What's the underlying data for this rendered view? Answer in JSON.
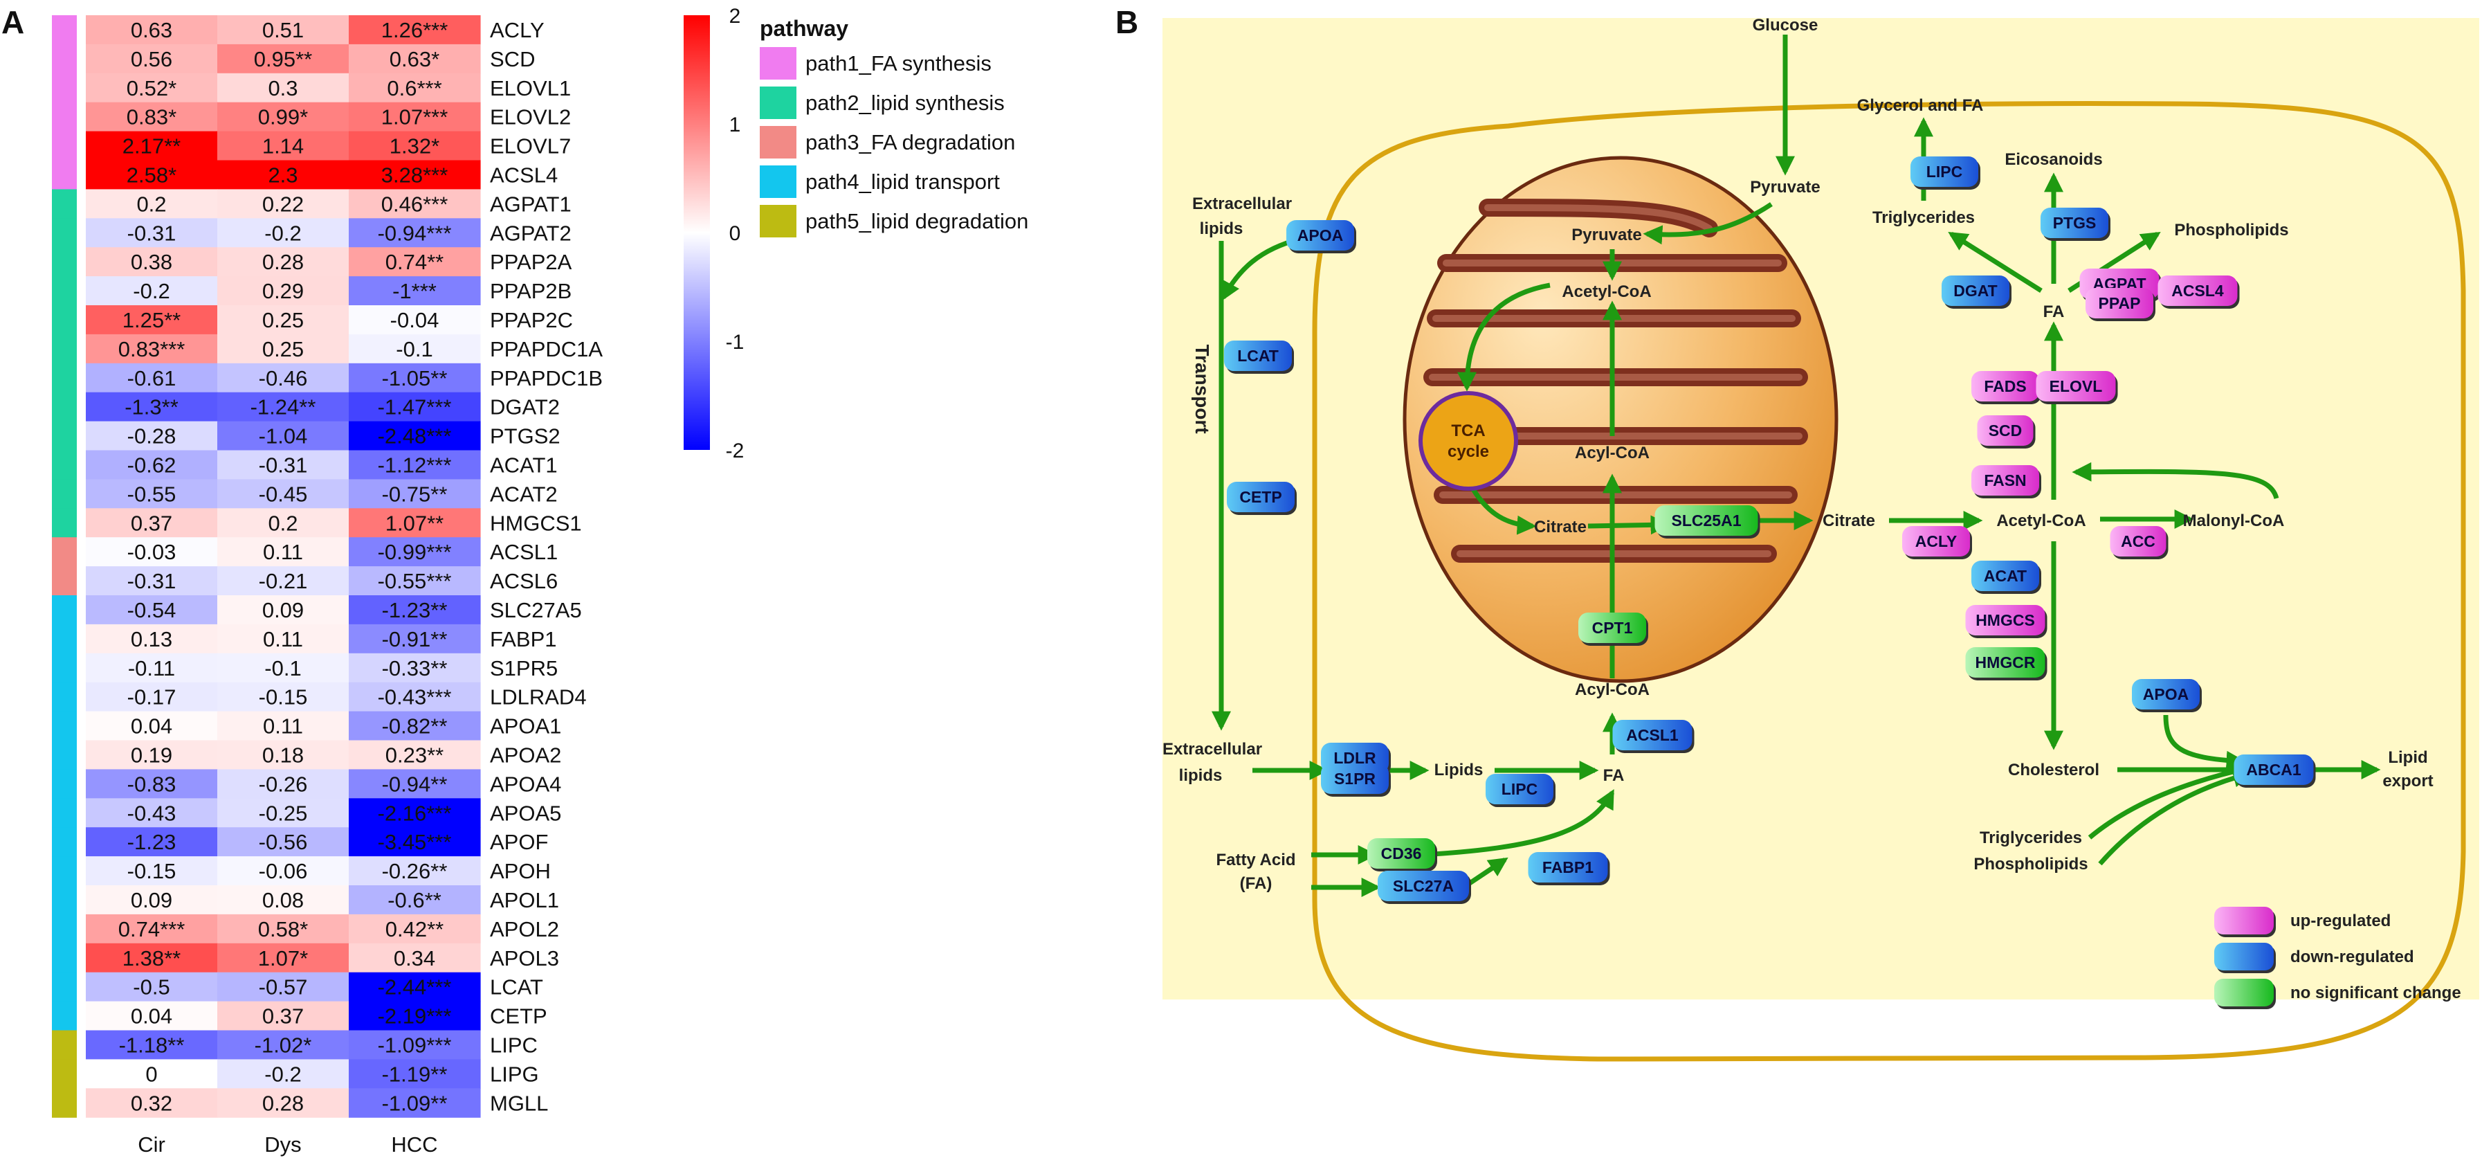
{
  "panel_a": {
    "label": "A",
    "columns": [
      "Cir",
      "Dys",
      "HCC"
    ],
    "rows": [
      {
        "gene": "ACLY",
        "pw": 0,
        "v": [
          0.63,
          0.51,
          1.26
        ],
        "t": [
          "0.63",
          "0.51",
          "1.26***"
        ]
      },
      {
        "gene": "SCD",
        "pw": 0,
        "v": [
          0.56,
          0.95,
          0.63
        ],
        "t": [
          "0.56",
          "0.95**",
          "0.63*"
        ]
      },
      {
        "gene": "ELOVL1",
        "pw": 0,
        "v": [
          0.52,
          0.3,
          0.6
        ],
        "t": [
          "0.52*",
          "0.3",
          "0.6***"
        ]
      },
      {
        "gene": "ELOVL2",
        "pw": 0,
        "v": [
          0.83,
          0.99,
          1.07
        ],
        "t": [
          "0.83*",
          "0.99*",
          "1.07***"
        ]
      },
      {
        "gene": "ELOVL7",
        "pw": 0,
        "v": [
          2.17,
          1.14,
          1.32
        ],
        "t": [
          "2.17**",
          "1.14",
          "1.32*"
        ]
      },
      {
        "gene": "ACSL4",
        "pw": 0,
        "v": [
          2.58,
          2.3,
          3.28
        ],
        "t": [
          "2.58*",
          "2.3",
          "3.28***"
        ]
      },
      {
        "gene": "AGPAT1",
        "pw": 1,
        "v": [
          0.2,
          0.22,
          0.46
        ],
        "t": [
          "0.2",
          "0.22",
          "0.46***"
        ]
      },
      {
        "gene": "AGPAT2",
        "pw": 1,
        "v": [
          -0.31,
          -0.2,
          -0.94
        ],
        "t": [
          "-0.31",
          "-0.2",
          "-0.94***"
        ]
      },
      {
        "gene": "PPAP2A",
        "pw": 1,
        "v": [
          0.38,
          0.28,
          0.74
        ],
        "t": [
          "0.38",
          "0.28",
          "0.74**"
        ]
      },
      {
        "gene": "PPAP2B",
        "pw": 1,
        "v": [
          -0.2,
          0.29,
          -1.0
        ],
        "t": [
          "-0.2",
          "0.29",
          "-1***"
        ]
      },
      {
        "gene": "PPAP2C",
        "pw": 1,
        "v": [
          1.25,
          0.25,
          -0.04
        ],
        "t": [
          "1.25**",
          "0.25",
          "-0.04"
        ]
      },
      {
        "gene": "PPAPDC1A",
        "pw": 1,
        "v": [
          0.83,
          0.25,
          -0.1
        ],
        "t": [
          "0.83***",
          "0.25",
          "-0.1"
        ]
      },
      {
        "gene": "PPAPDC1B",
        "pw": 1,
        "v": [
          -0.61,
          -0.46,
          -1.05
        ],
        "t": [
          "-0.61",
          "-0.46",
          "-1.05**"
        ]
      },
      {
        "gene": "DGAT2",
        "pw": 1,
        "v": [
          -1.3,
          -1.24,
          -1.47
        ],
        "t": [
          "-1.3**",
          "-1.24**",
          "-1.47***"
        ]
      },
      {
        "gene": "PTGS2",
        "pw": 1,
        "v": [
          -0.28,
          -1.04,
          -2.48
        ],
        "t": [
          "-0.28",
          "-1.04",
          "-2.48***"
        ]
      },
      {
        "gene": "ACAT1",
        "pw": 1,
        "v": [
          -0.62,
          -0.31,
          -1.12
        ],
        "t": [
          "-0.62",
          "-0.31",
          "-1.12***"
        ]
      },
      {
        "gene": "ACAT2",
        "pw": 1,
        "v": [
          -0.55,
          -0.45,
          -0.75
        ],
        "t": [
          "-0.55",
          "-0.45",
          "-0.75**"
        ]
      },
      {
        "gene": "HMGCS1",
        "pw": 1,
        "v": [
          0.37,
          0.2,
          1.07
        ],
        "t": [
          "0.37",
          "0.2",
          "1.07**"
        ]
      },
      {
        "gene": "ACSL1",
        "pw": 2,
        "v": [
          -0.03,
          0.11,
          -0.99
        ],
        "t": [
          "-0.03",
          "0.11",
          "-0.99***"
        ]
      },
      {
        "gene": "ACSL6",
        "pw": 2,
        "v": [
          -0.31,
          -0.21,
          -0.55
        ],
        "t": [
          "-0.31",
          "-0.21",
          "-0.55***"
        ]
      },
      {
        "gene": "SLC27A5",
        "pw": 3,
        "v": [
          -0.54,
          0.09,
          -1.23
        ],
        "t": [
          "-0.54",
          "0.09",
          "-1.23**"
        ]
      },
      {
        "gene": "FABP1",
        "pw": 3,
        "v": [
          0.13,
          0.11,
          -0.91
        ],
        "t": [
          "0.13",
          "0.11",
          "-0.91**"
        ]
      },
      {
        "gene": "S1PR5",
        "pw": 3,
        "v": [
          -0.11,
          -0.1,
          -0.33
        ],
        "t": [
          "-0.11",
          "-0.1",
          "-0.33**"
        ]
      },
      {
        "gene": "LDLRAD4",
        "pw": 3,
        "v": [
          -0.17,
          -0.15,
          -0.43
        ],
        "t": [
          "-0.17",
          "-0.15",
          "-0.43***"
        ]
      },
      {
        "gene": "APOA1",
        "pw": 3,
        "v": [
          0.04,
          0.11,
          -0.82
        ],
        "t": [
          "0.04",
          "0.11",
          "-0.82**"
        ]
      },
      {
        "gene": "APOA2",
        "pw": 3,
        "v": [
          0.19,
          0.18,
          0.23
        ],
        "t": [
          "0.19",
          "0.18",
          "0.23**"
        ]
      },
      {
        "gene": "APOA4",
        "pw": 3,
        "v": [
          -0.83,
          -0.26,
          -0.94
        ],
        "t": [
          "-0.83",
          "-0.26",
          "-0.94**"
        ]
      },
      {
        "gene": "APOA5",
        "pw": 3,
        "v": [
          -0.43,
          -0.25,
          -2.16
        ],
        "t": [
          "-0.43",
          "-0.25",
          "-2.16***"
        ]
      },
      {
        "gene": "APOF",
        "pw": 3,
        "v": [
          -1.23,
          -0.56,
          -3.45
        ],
        "t": [
          "-1.23",
          "-0.56",
          "-3.45***"
        ]
      },
      {
        "gene": "APOH",
        "pw": 3,
        "v": [
          -0.15,
          -0.06,
          -0.26
        ],
        "t": [
          "-0.15",
          "-0.06",
          "-0.26**"
        ]
      },
      {
        "gene": "APOL1",
        "pw": 3,
        "v": [
          0.09,
          0.08,
          -0.6
        ],
        "t": [
          "0.09",
          "0.08",
          "-0.6**"
        ]
      },
      {
        "gene": "APOL2",
        "pw": 3,
        "v": [
          0.74,
          0.58,
          0.42
        ],
        "t": [
          "0.74***",
          "0.58*",
          "0.42**"
        ]
      },
      {
        "gene": "APOL3",
        "pw": 3,
        "v": [
          1.38,
          1.07,
          0.34
        ],
        "t": [
          "1.38**",
          "1.07*",
          "0.34"
        ]
      },
      {
        "gene": "LCAT",
        "pw": 3,
        "v": [
          -0.5,
          -0.57,
          -2.44
        ],
        "t": [
          "-0.5",
          "-0.57",
          "-2.44***"
        ]
      },
      {
        "gene": "CETP",
        "pw": 3,
        "v": [
          0.04,
          0.37,
          -2.19
        ],
        "t": [
          "0.04",
          "0.37",
          "-2.19***"
        ]
      },
      {
        "gene": "LIPC",
        "pw": 4,
        "v": [
          -1.18,
          -1.02,
          -1.09
        ],
        "t": [
          "-1.18**",
          "-1.02*",
          "-1.09***"
        ]
      },
      {
        "gene": "LIPG",
        "pw": 4,
        "v": [
          0.0,
          -0.2,
          -1.19
        ],
        "t": [
          "0",
          "-0.2",
          "-1.19**"
        ]
      },
      {
        "gene": "MGLL",
        "pw": 4,
        "v": [
          0.32,
          0.28,
          -1.09
        ],
        "t": [
          "0.32",
          "0.28",
          "-1.09**"
        ]
      }
    ],
    "scale_ticks": [
      "2",
      "1",
      "0",
      "-1",
      "-2"
    ],
    "scale_range": [
      -2,
      2
    ],
    "pathway_title": "pathway",
    "pathways": [
      {
        "name": "path1_FA synthesis",
        "color": "#F07CF0"
      },
      {
        "name": "path2_lipid synthesis",
        "color": "#1ED3A0"
      },
      {
        "name": "path3_FA degradation",
        "color": "#F28A86"
      },
      {
        "name": "path4_lipid transport",
        "color": "#13C6EE"
      },
      {
        "name": "path5_lipid degradation",
        "color": "#BDBB12"
      }
    ]
  },
  "panel_b": {
    "label": "B",
    "labels": {
      "glucose": "Glucose",
      "pyruvate_cyto": "Pyruvate",
      "pyruvate_mito": "Pyruvate",
      "acetylcoa_mito": "Acetyl-CoA",
      "tca": "TCA",
      "cycle": "cycle",
      "acylcoa_mito": "Acyl-CoA",
      "citrate_mito": "Citrate",
      "citrate_cyto": "Citrate",
      "acetylcoa_cyto": "Acetyl-CoA",
      "malonylcoa": "Malonyl-CoA",
      "acylcoa_cyto": "Acyl-CoA",
      "fa_lower": "FA",
      "fa_upper": "FA",
      "lipids": "Lipids",
      "extra1": "Extracellular",
      "extra1b": "lipids",
      "extra2": "Extracellular",
      "extra2b": "lipids",
      "fatty1": "Fatty Acid",
      "fatty2": "(FA)",
      "transport": "Transport",
      "glycerol": "Glycerol and FA",
      "eicosanoids": "Eicosanoids",
      "triglycerides": "Triglycerides",
      "phospholipids": "Phospholipids",
      "cholesterol": "Cholesterol",
      "trig2": "Triglycerides",
      "phos2": "Phospholipids",
      "lipid_export1": "Lipid",
      "lipid_export2": "export"
    },
    "genes": {
      "apoa1": "APOA",
      "lcat": "LCAT",
      "cetp": "CETP",
      "slc25a1": "SLC25A1",
      "cpt1": "CPT1",
      "acsl1": "ACSL1",
      "ldlr1": "LDLR",
      "ldlr2": "S1PR",
      "lipc2": "LIPC",
      "cd36": "CD36",
      "slc27a": "SLC27A",
      "fabp1": "FABP1",
      "lipc1": "LIPC",
      "ptgs": "PTGS",
      "dgat": "DGAT",
      "agpat1": "AGPAT",
      "agpat2": "PPAP",
      "acsl4": "ACSL4",
      "fads": "FADS",
      "elovl": "ELOVL",
      "scd": "SCD",
      "fasn": "FASN",
      "acly": "ACLY",
      "acc": "ACC",
      "acat": "ACAT",
      "hmgcs": "HMGCS",
      "hmgcr": "HMGCR",
      "apoa2": "APOA",
      "abca1": "ABCA1"
    },
    "legend": [
      {
        "label": "up-regulated",
        "status": "up"
      },
      {
        "label": "down-regulated",
        "status": "down"
      },
      {
        "label": "no significant change",
        "status": "nc"
      }
    ],
    "colors": {
      "background": "#FFF9C8",
      "membrane": "#D9A410",
      "arrow": "#1F9A12",
      "up": "#E84DDC",
      "down": "#2A7FEA",
      "nc": "#3ED63E"
    }
  }
}
